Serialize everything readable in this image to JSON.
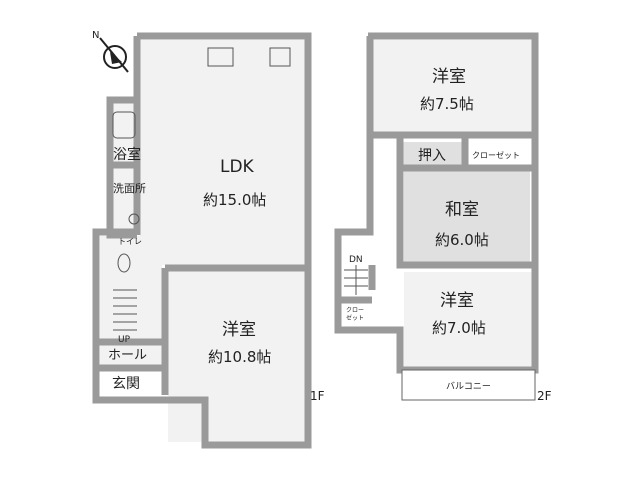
{
  "compass": {
    "north_label": "N"
  },
  "floor1": {
    "label": "1F",
    "rooms": {
      "ldk": {
        "name": "LDK",
        "size": "約15.0帖"
      },
      "bath": {
        "name": "浴室"
      },
      "washroom": {
        "name": "洗面所"
      },
      "toilet": {
        "name": "トイレ"
      },
      "stairs": {
        "name": "UP"
      },
      "hall": {
        "name": "ホール"
      },
      "entrance": {
        "name": "玄関"
      },
      "western": {
        "name": "洋室",
        "size": "約10.8帖"
      }
    }
  },
  "floor2": {
    "label": "2F",
    "rooms": {
      "western_top": {
        "name": "洋室",
        "size": "約7.5帖"
      },
      "oshiire": {
        "name": "押入"
      },
      "closet1": {
        "name": "クローゼット"
      },
      "japanese": {
        "name": "和室",
        "size": "約6.0帖"
      },
      "stairs": {
        "name": "DN"
      },
      "closet2": {
        "line1": "クロー",
        "line2": "ゼット"
      },
      "western_bottom": {
        "name": "洋室",
        "size": "約7.0帖"
      },
      "balcony": {
        "name": "バルコニー"
      }
    }
  }
}
